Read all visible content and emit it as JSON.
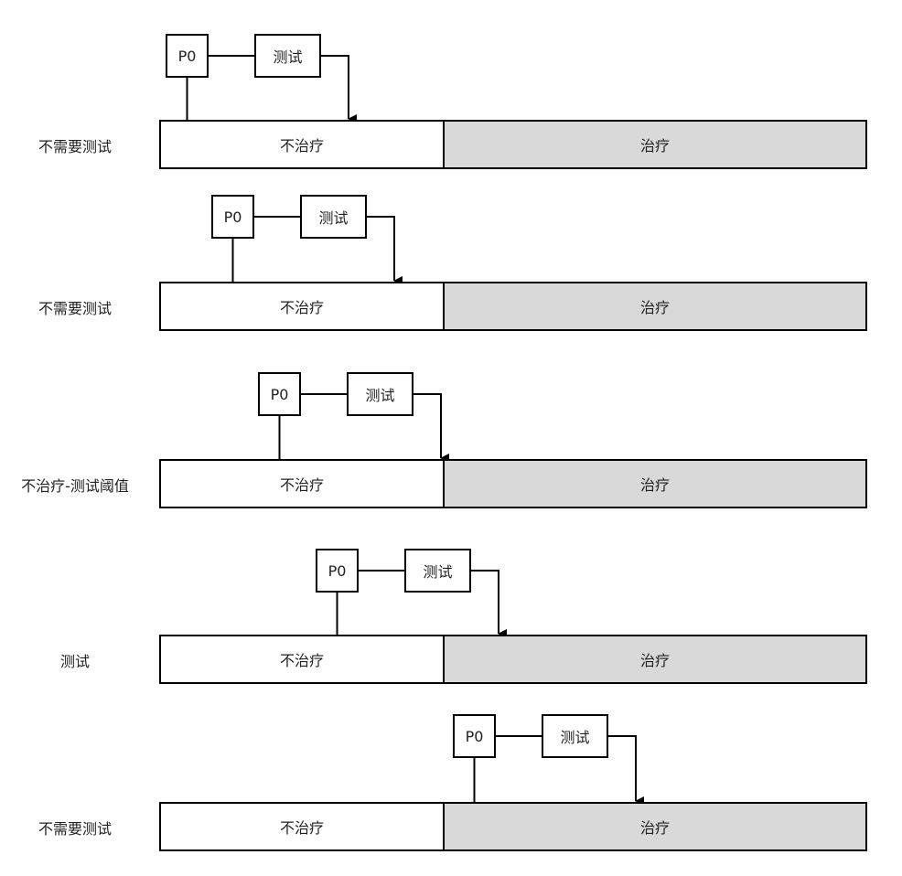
{
  "diagram": {
    "p0_label": "P0",
    "test_label": "测试",
    "no_treat_label": "不治疗",
    "treat_label": "治疗",
    "treat_fill": "#d9d9d9",
    "rows": [
      {
        "label": "不需要测试"
      },
      {
        "label": "不需要测试"
      },
      {
        "label": "不治疗-测试阈值"
      },
      {
        "label": "测试"
      },
      {
        "label": "不需要测试"
      }
    ]
  }
}
